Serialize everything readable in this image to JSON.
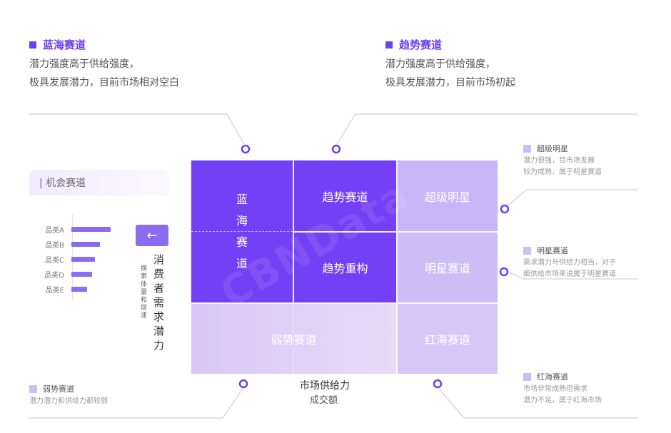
{
  "callouts": {
    "blue_ocean": {
      "title": "蓝海赛道",
      "lines": [
        "潜力强度高于供给强度，",
        "极具发展潜力，目前市场相对空白"
      ]
    },
    "trend": {
      "title": "趋势赛道",
      "lines": [
        "潜力强度高于供给强度，",
        "极具发展潜力，目前市场初起"
      ]
    }
  },
  "side_notes": {
    "super_star": {
      "title": "超级明星",
      "lines": [
        "潜力很强，目市场发展",
        "较为成熟，属于明星赛道"
      ]
    },
    "star": {
      "title": "明星赛道",
      "lines": [
        "需求潜力与供给力相当，对于",
        "细供给市场来说属于明星赛道"
      ]
    },
    "red_ocean": {
      "title": "红海赛道",
      "lines": [
        "市场非常成熟但需求",
        "潜力不足，属于红海市场"
      ]
    },
    "weak": {
      "title": "弱势赛道",
      "lines": [
        "潜力潜力和供给力都较弱"
      ]
    }
  },
  "matrix": {
    "blue_ocean_chars": [
      "蓝",
      "海",
      "赛",
      "道"
    ],
    "trend_track": "趋势赛道",
    "trend_rebuild": "趋势重构",
    "super_star": "超级明星",
    "star_track": "明星赛道",
    "weak_track": "弱势赛道",
    "red_ocean": "红海赛道",
    "watermark": "CBNData"
  },
  "panel": {
    "title": "| 机会赛道",
    "bars": [
      {
        "label": "品类A",
        "value": 1.0
      },
      {
        "label": "品类B",
        "value": 0.73
      },
      {
        "label": "品类C",
        "value": 0.6
      },
      {
        "label": "品类D",
        "value": 0.52
      },
      {
        "label": "品类E",
        "value": 0.4
      }
    ],
    "arrow": "←"
  },
  "axes": {
    "y_main_chars": [
      "消",
      "费",
      "者",
      "需",
      "求",
      "潜",
      "力"
    ],
    "y_sub_chars": [
      "搜",
      "索",
      "体",
      "量",
      "和",
      "增",
      "速"
    ],
    "x_main": "市场供给力",
    "x_sub": "成交额"
  },
  "colors": {
    "accent": "#6d3ff0",
    "dark_cell": "#7340f5",
    "mid_cell": "#c7b5f7",
    "light_cell": "#e0d2f8",
    "bar": "#8b6cf0"
  }
}
